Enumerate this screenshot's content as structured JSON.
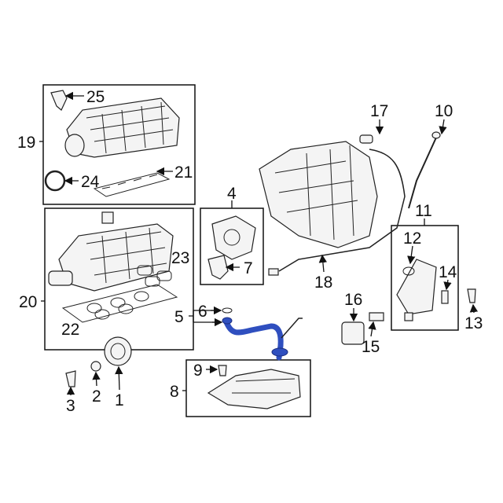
{
  "diagram": {
    "highlight_color": "#2f4fbf",
    "callouts": {
      "c1": "1",
      "c2": "2",
      "c3": "3",
      "c4": "4",
      "c5": "5",
      "c6": "6",
      "c7": "7",
      "c8": "8",
      "c9": "9",
      "c10": "10",
      "c11": "11",
      "c12": "12",
      "c13": "13",
      "c14": "14",
      "c15": "15",
      "c16": "16",
      "c17": "17",
      "c18": "18",
      "c19": "19",
      "c20": "20",
      "c21": "21",
      "c22": "22",
      "c23": "23",
      "c24": "24",
      "c25": "25"
    }
  }
}
